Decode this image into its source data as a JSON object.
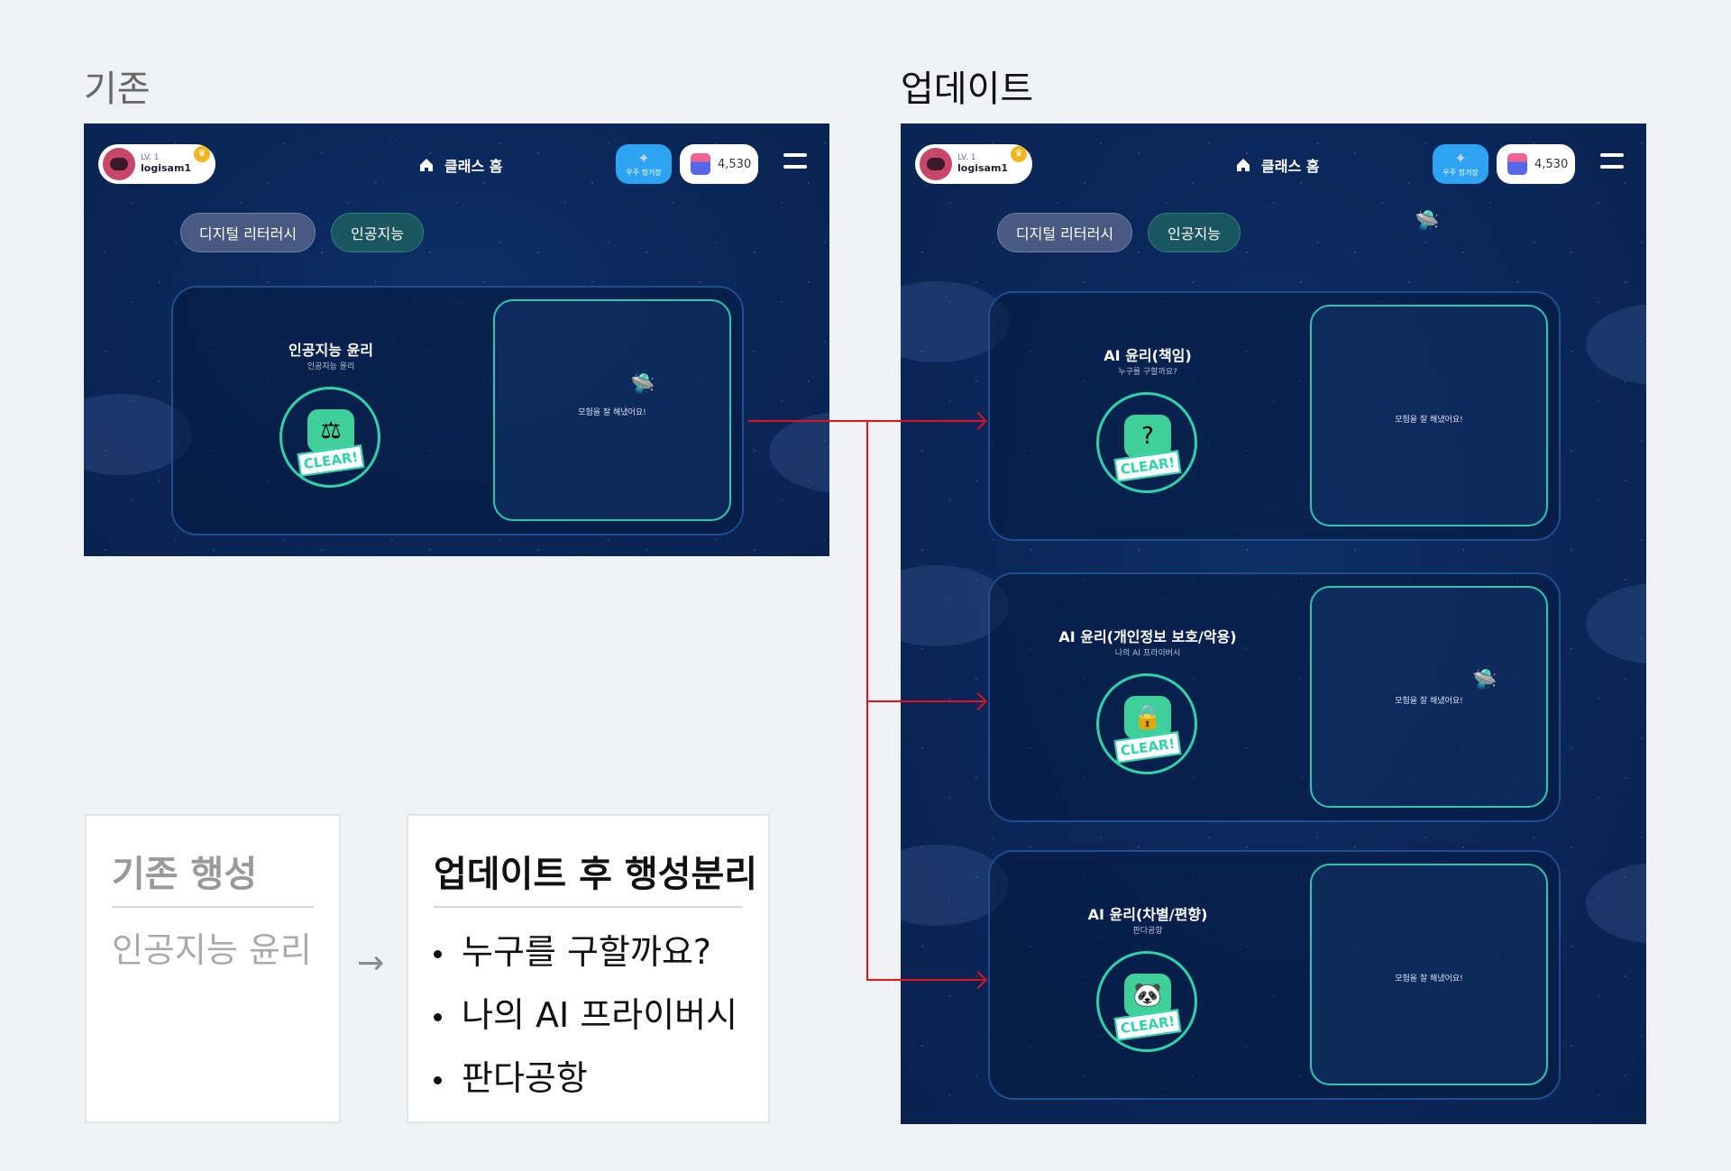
{
  "before": {
    "heading": "기존"
  },
  "after": {
    "heading": "업데이트"
  },
  "header": {
    "level": "LV. 1",
    "username": "logisam1",
    "home_label": "클래스 홈",
    "space_label": "우주 정거장",
    "coins": "4,530"
  },
  "tabs": [
    "디지털 리터러시",
    "인공지능"
  ],
  "before_card": {
    "title": "인공지능 윤리",
    "subtitle": "인공지능 윤리",
    "badge": "CLEAR!",
    "message": "모험을 잘 해냈어요!"
  },
  "after_cards": [
    {
      "title": "AI 윤리(책임)",
      "subtitle": "누구를 구할까요?",
      "badge": "CLEAR!",
      "message": "모험을 잘 해냈어요!"
    },
    {
      "title": "AI 윤리(개인정보 보호/악용)",
      "subtitle": "나의 AI 프라이버시",
      "badge": "CLEAR!",
      "message": "모험을 잘 해냈어요!"
    },
    {
      "title": "AI 윤리(차별/편향)",
      "subtitle": "판다공항",
      "badge": "CLEAR!",
      "message": "모험을 잘 해냈어요!"
    }
  ],
  "summary": {
    "old_title": "기존 행성",
    "old_items": [
      "인공지능 윤리"
    ],
    "arrow": "→",
    "new_title": "업데이트 후 행성분리",
    "new_items": [
      "누구를 구할까요?",
      "나의 AI 프라이버시",
      "판다공항"
    ]
  },
  "colors": {
    "accent": "#2ed3a8",
    "connector": "#e5121a",
    "screen_bg": "#0b2658"
  }
}
